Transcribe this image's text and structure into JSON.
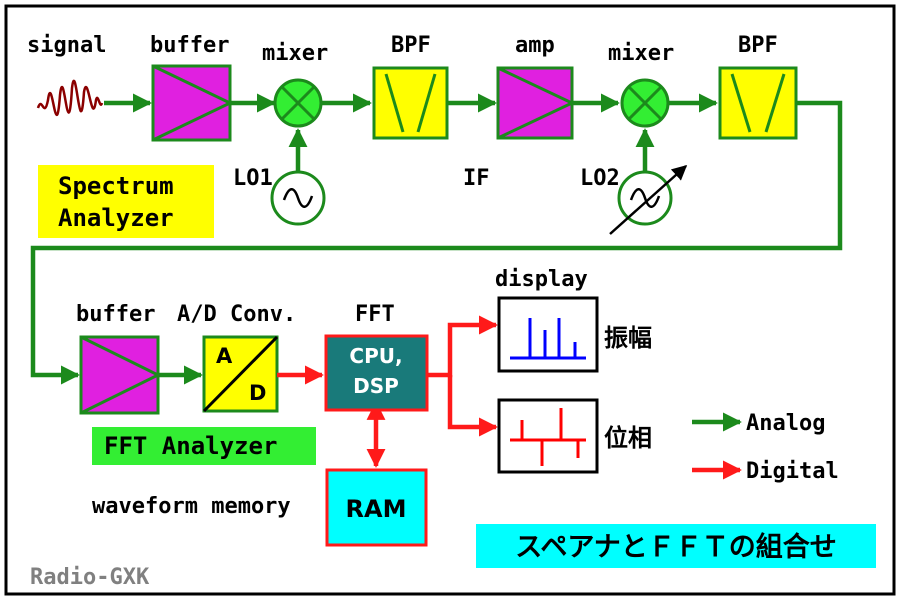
{
  "colors": {
    "analog": "#1c8a1c",
    "digital": "#ff1a1a",
    "amp_fill": "#e020e0",
    "bpf_fill": "#ffff00",
    "mixer_fill": "#33ee33",
    "cpu_fill": "#197a7a",
    "ram_fill": "#00ffff",
    "display_blue": "#0000ff",
    "display_red": "#ff0000",
    "signal_wave": "#8b0000",
    "spectrum_label_bg": "#ffff00",
    "fft_label_bg": "#33ee33",
    "title_bg": "#00ffff",
    "credit": "#808080"
  },
  "labels": {
    "signal": "signal",
    "buffer1": "buffer",
    "mixer1": "mixer",
    "bpf1": "BPF",
    "amp": "amp",
    "mixer2": "mixer",
    "bpf2": "BPF",
    "lo1": "LO1",
    "if": "IF",
    "lo2": "LO2",
    "buffer2": "buffer",
    "adc_title": "A/D Conv.",
    "adc_a": "A",
    "adc_d": "D",
    "fft": "FFT",
    "cpu_line1": "CPU,",
    "cpu_line2": "DSP",
    "display": "display",
    "amplitude": "振幅",
    "phase": "位相",
    "ram": "RAM",
    "waveform_memory": "waveform memory"
  },
  "boxes": {
    "spectrum_line1": "Spectrum",
    "spectrum_line2": "Analyzer",
    "fft_analyzer": "FFT Analyzer"
  },
  "legend": {
    "analog": "Analog",
    "digital": "Digital"
  },
  "title": "スペアナとＦＦＴの組合せ",
  "credit": "Radio-GXK",
  "icons": {
    "mixer": "circle-x-icon",
    "oscillator": "sine-oscillator-icon",
    "tunable": "variable-arrow-icon"
  }
}
